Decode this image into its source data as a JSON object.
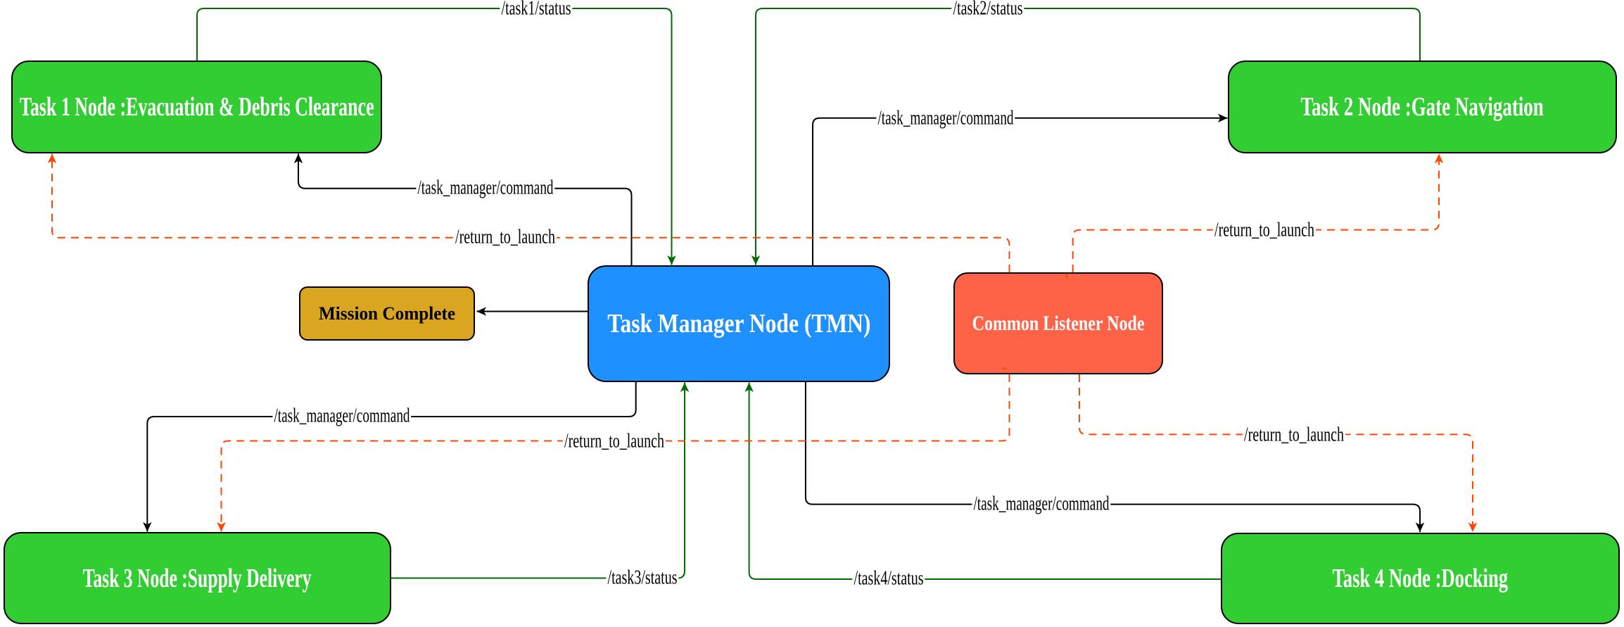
{
  "diagram": {
    "type": "node-graph",
    "background": "#ffffff",
    "colors": {
      "node_border": "#000000",
      "status_edge": "#046B04",
      "command_edge": "#000000",
      "return_edge": "#FF4500",
      "task_fill": "#32CD32",
      "manager_fill": "#1E90FF",
      "listener_fill": "#FF6347",
      "mission_fill": "#DAA520",
      "edge_label_text": "#000000",
      "edge_label_background": "#ffffff"
    },
    "nodes": {
      "task1": {
        "label": "Task 1 Node :Evacuation & Debris Clearance",
        "fill": "#32CD32",
        "text_color": "#ffffff"
      },
      "task2": {
        "label": "Task 2 Node :Gate Navigation",
        "fill": "#32CD32",
        "text_color": "#ffffff"
      },
      "task3": {
        "label": "Task 3 Node :Supply Delivery",
        "fill": "#32CD32",
        "text_color": "#ffffff"
      },
      "task4": {
        "label": "Task 4 Node :Docking",
        "fill": "#32CD32",
        "text_color": "#ffffff"
      },
      "tmn": {
        "label": "Task Manager Node (TMN)",
        "fill": "#1E90FF",
        "text_color": "#ffffff"
      },
      "listener": {
        "label": "Common Listener Node",
        "fill": "#FF6347",
        "text_color": "#ffffff"
      },
      "mission": {
        "label": "Mission Complete",
        "fill": "#DAA520",
        "text_color": "#000000"
      }
    },
    "edges": {
      "task1_status": {
        "label": "/task1/status",
        "from": "task1",
        "to": "tmn",
        "style": "solid",
        "color": "#046B04"
      },
      "task2_status": {
        "label": "/task2/status",
        "from": "task2",
        "to": "tmn",
        "style": "solid",
        "color": "#046B04"
      },
      "task3_status": {
        "label": "/task3/status",
        "from": "task3",
        "to": "tmn",
        "style": "solid",
        "color": "#046B04"
      },
      "task4_status": {
        "label": "/task4/status",
        "from": "task4",
        "to": "tmn",
        "style": "solid",
        "color": "#046B04"
      },
      "cmd_task1": {
        "label": "/task_manager/command",
        "from": "tmn",
        "to": "task1",
        "style": "solid",
        "color": "#000000"
      },
      "cmd_task2": {
        "label": "/task_manager/command",
        "from": "tmn",
        "to": "task2",
        "style": "solid",
        "color": "#000000"
      },
      "cmd_task3": {
        "label": "/task_manager/command",
        "from": "tmn",
        "to": "task3",
        "style": "solid",
        "color": "#000000"
      },
      "cmd_task4": {
        "label": "/task_manager/command",
        "from": "tmn",
        "to": "task4",
        "style": "solid",
        "color": "#000000"
      },
      "rtl_task1": {
        "label": "/return_to_launch",
        "from": "listener",
        "to": "task1",
        "style": "dashed",
        "color": "#FF4500"
      },
      "rtl_task2": {
        "label": "/return_to_launch",
        "from": "listener",
        "to": "task2",
        "style": "dashed",
        "color": "#FF4500"
      },
      "rtl_task3": {
        "label": "/return_to_launch",
        "from": "listener",
        "to": "task3",
        "style": "dashed",
        "color": "#FF4500"
      },
      "rtl_task4": {
        "label": "/return_to_launch",
        "from": "listener",
        "to": "task4",
        "style": "dashed",
        "color": "#FF4500"
      },
      "tmn_mission": {
        "label": "",
        "from": "tmn",
        "to": "mission",
        "style": "solid",
        "color": "#000000"
      }
    }
  }
}
